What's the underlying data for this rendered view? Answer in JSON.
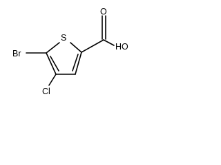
{
  "molecule": {
    "atoms": {
      "sulfur": "S",
      "bromine": "Br",
      "chlorine": "Cl",
      "carbonyl_oxygen": "O",
      "hydroxyl": "HO"
    }
  }
}
